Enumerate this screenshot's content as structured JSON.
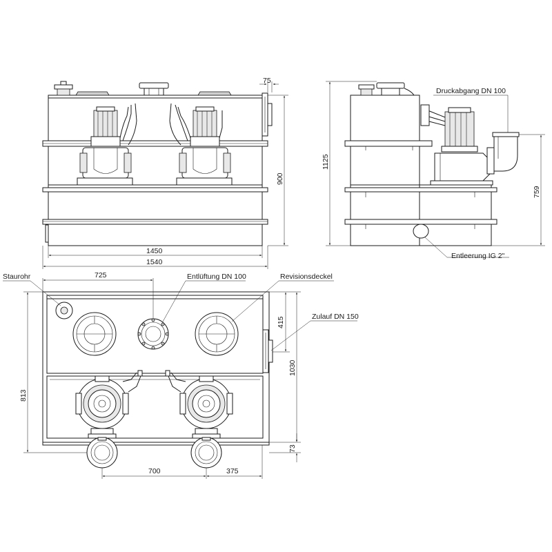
{
  "views": {
    "front": {
      "dims": {
        "d75": "75",
        "d900": "900",
        "d1450": "1450",
        "d1540": "1540"
      }
    },
    "side": {
      "labels": {
        "druckabgang": "Druckabgang DN 100",
        "entleerung": "Entleerung IG 2\""
      },
      "dims": {
        "d1125": "1125",
        "d759": "759"
      }
    },
    "top": {
      "labels": {
        "staurohr": "Staurohr",
        "entlueftung": "Entlüftung DN 100",
        "revisionsdeckel": "Revisionsdeckel",
        "zulauf": "Zulauf DN 150"
      },
      "dims": {
        "d725": "725",
        "d415": "415",
        "d1030": "1030",
        "d813": "813",
        "d73": "73",
        "d700": "700",
        "d375": "375"
      }
    }
  }
}
